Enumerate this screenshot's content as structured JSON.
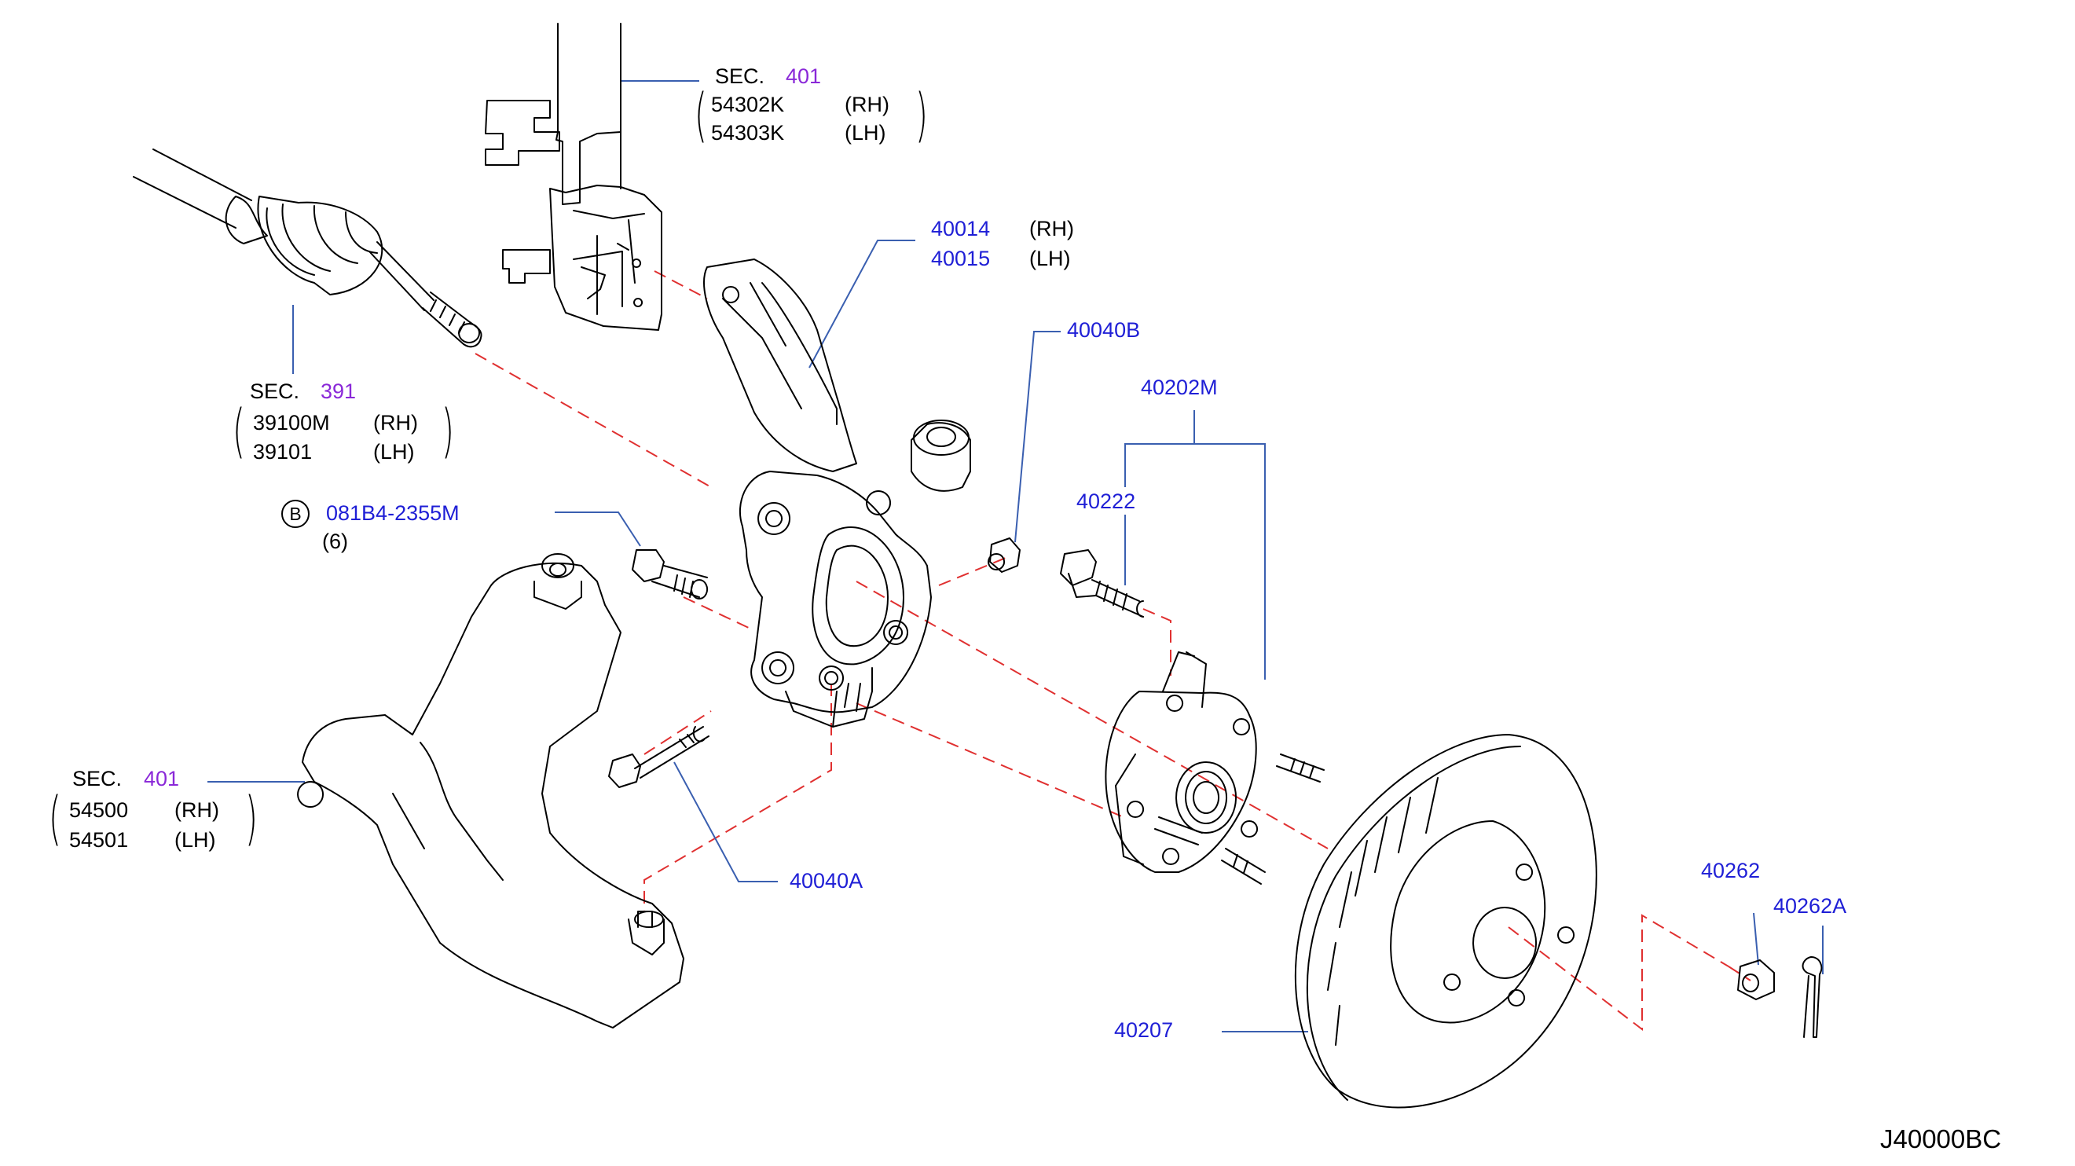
{
  "diagram_code": "J40000BC",
  "callouts": {
    "strut": {
      "sec_word": "SEC.",
      "sec_num": "401",
      "parts": [
        [
          "54302K",
          "(RH)"
        ],
        [
          "54303K",
          "(LH)"
        ]
      ]
    },
    "driveshaft": {
      "sec_word": "SEC.",
      "sec_num": "391",
      "parts": [
        [
          "39100M",
          "(RH)"
        ],
        [
          "39101",
          "(LH)"
        ]
      ]
    },
    "knuckle": {
      "parts": [
        [
          "40014",
          "(RH)"
        ],
        [
          "40015",
          "(LH)"
        ]
      ]
    },
    "lower_arm": {
      "sec_word": "SEC.",
      "sec_num": "401",
      "parts": [
        [
          "54500",
          "(RH)"
        ],
        [
          "54501",
          "(LH)"
        ]
      ]
    },
    "bolt_b": {
      "symbol": "B",
      "part": "081B4-2355M",
      "qty": "(6)"
    },
    "nut_40040b": "40040B",
    "hub_assy": "40202M",
    "hub_bolt": "40222",
    "knuckle_bolt": "40040A",
    "rotor": "40207",
    "hub_nut": "40262",
    "cotter_pin": "40262A"
  },
  "colors": {
    "part_number": "#1f1fd6",
    "section_number": "#8a28d8",
    "leader": "#3a5fb0",
    "centerline": "#e03030",
    "outline": "#000000"
  }
}
